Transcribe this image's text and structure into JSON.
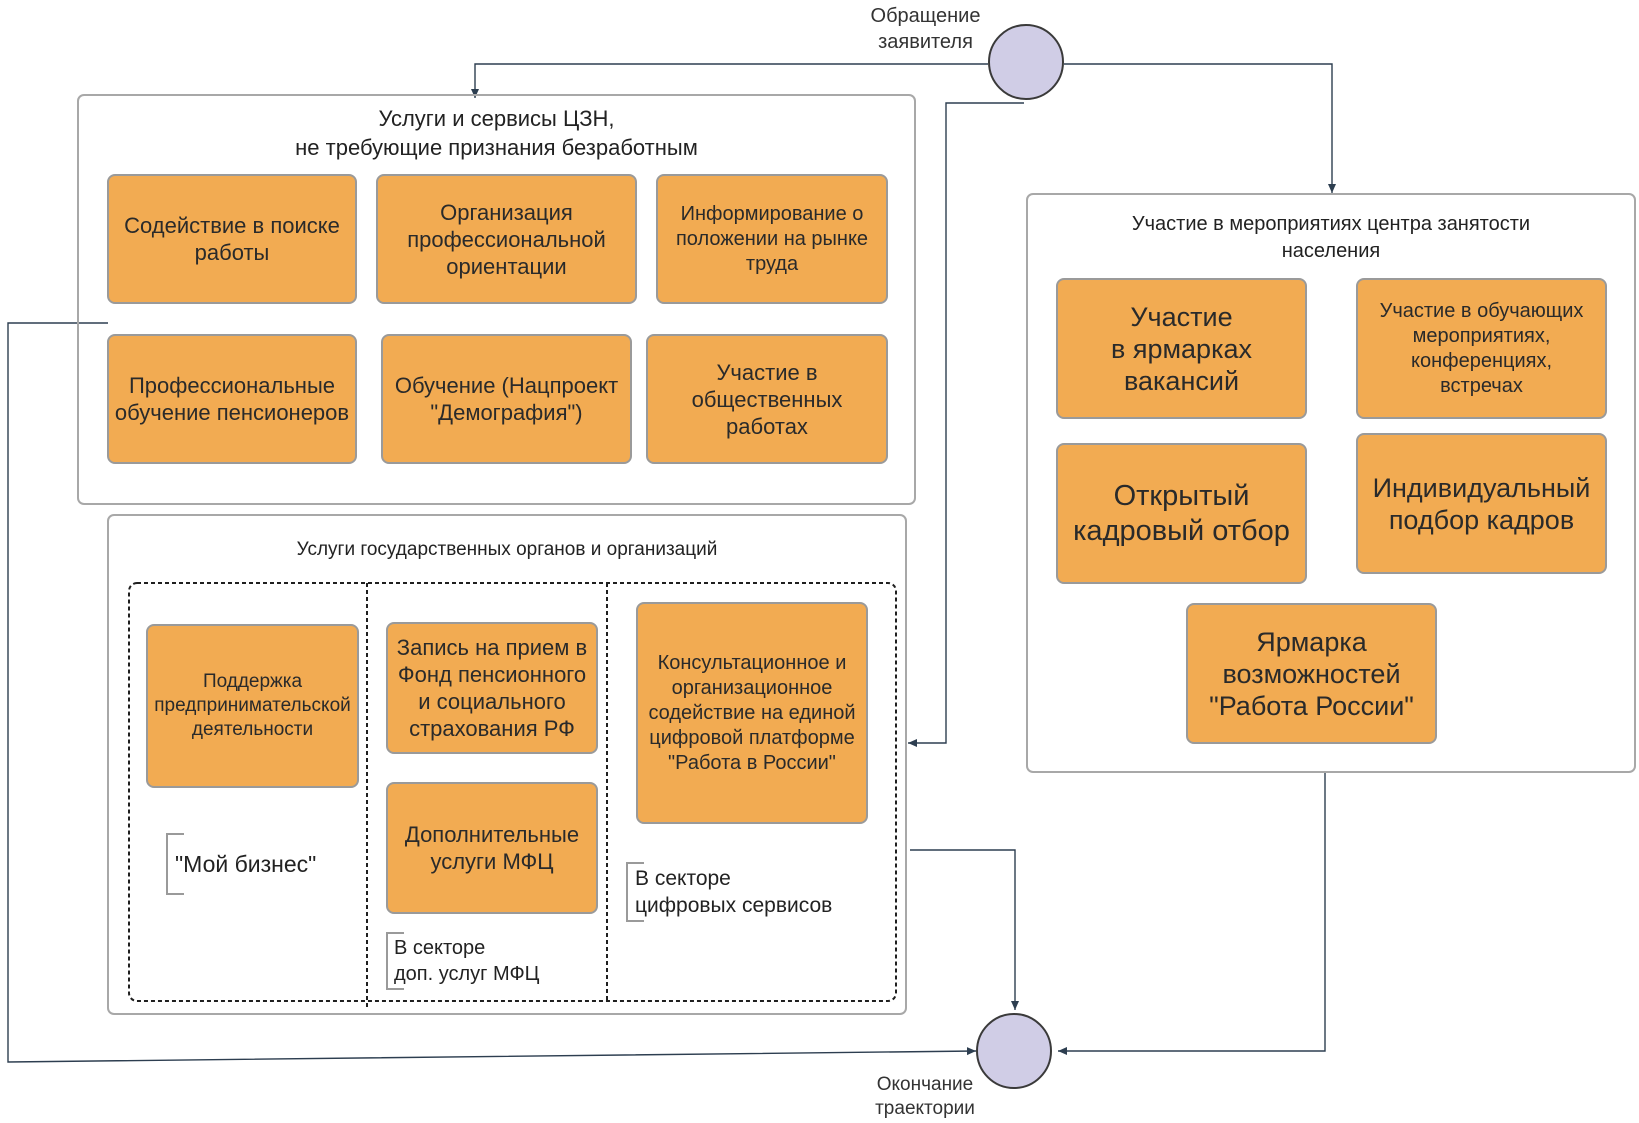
{
  "start_node": {
    "label": "Обращение\nзаявителя"
  },
  "end_node": {
    "label": "Окончание\nтраектории"
  },
  "czn_panel": {
    "title": "Услуги и сервисы ЦЗН,\nне требующие признания безработным",
    "items": [
      "Содействие в поиске\nработы",
      "Организация\nпрофессиональной\nориентации",
      "Информирование о\nположении на рынке\nтруда",
      "Профессиональные\nобучение пенсионеров",
      "Обучение (Нацпроект\n\"Демография\")",
      "Участие в\nобщественных\nработах"
    ]
  },
  "gov_panel": {
    "title": "Услуги государственных органов и организаций",
    "business_box": "Поддержка\nпредпринимательской\nдеятельности",
    "business_note": "\"Мой бизнес\"",
    "pension_box": "Запись на прием в\nФонд пенсионного\nи социального\nстрахования РФ",
    "mfc_box": "Дополнительные\nуслуги МФЦ",
    "mfc_note": "В секторе\nдоп. услуг МФЦ",
    "digital_box": "Консультационное и\nорганизационное\nсодействие на единой\nцифровой платформе\n\"Работа в России\"",
    "digital_note": "В секторе\nцифровых сервисов"
  },
  "events_panel": {
    "title": "Участие в мероприятиях центра занятости\nнаселения",
    "items": [
      "Участие\nв ярмарках\nвакансий",
      "Участие в обучающих\nмероприятиях,\nконференциях,\nвстречах",
      "Открытый\nкадровый отбор",
      "Индивидуальный\nподбор кадров",
      "Ярмарка\nвозможностей\n\"Работа России\""
    ]
  },
  "colors": {
    "box_fill": "#f2ab52",
    "node_fill": "#d0cde6",
    "line": "#2d3e50"
  }
}
